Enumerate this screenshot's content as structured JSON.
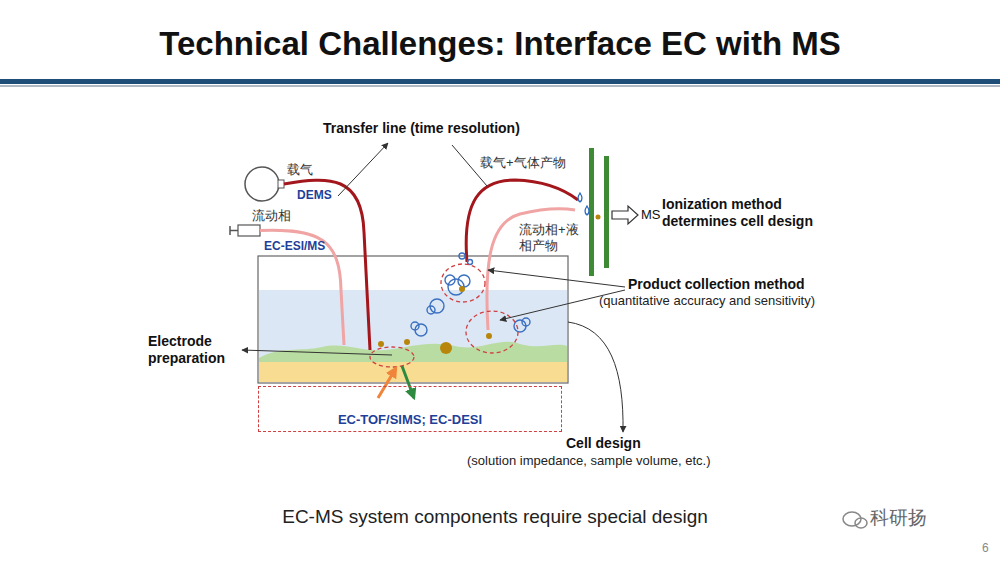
{
  "diagram": {
    "title": "Technical Challenges: Interface EC with MS",
    "caption": "EC-MS system components require special design",
    "nodes": [
      {
        "text": [
          "EC-TOF/SIMS; EC-DESI"
        ]
      }
    ],
    "labels": [
      "Transfer line (time resolution)",
      "载气",
      "DEMS",
      "流动相",
      "EC-ESI/MS",
      "载气+气体产物",
      "流动相+液相产物",
      "MS",
      "Ionization method determines cell design",
      "Product collection method",
      "(quantitative accuracy and sensitivity)",
      "Electrode preparation",
      "Cell design",
      "(solution impedance, sample volume, etc.)",
      "科研扬",
      "6"
    ]
  }
}
